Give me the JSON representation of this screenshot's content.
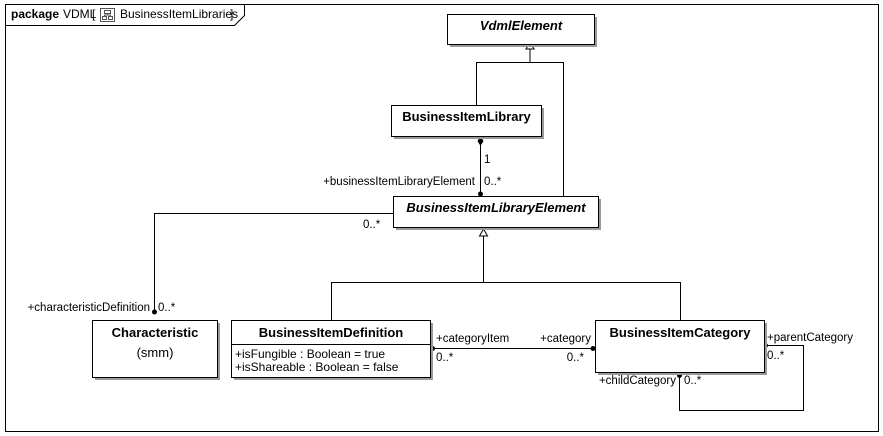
{
  "frame": {
    "keyword": "package",
    "name": "VDML",
    "open_bracket": "[",
    "diagram_name": "BusinessItemLibraries",
    "close_bracket": "]",
    "icon": "class-diagram-icon"
  },
  "classes": {
    "vdml_element": {
      "name": "VdmlElement"
    },
    "business_item_library": {
      "name": "BusinessItemLibrary"
    },
    "business_item_library_element": {
      "name": "BusinessItemLibraryElement"
    },
    "characteristic": {
      "name": "Characteristic",
      "subtitle": "(smm)"
    },
    "business_item_definition": {
      "name": "BusinessItemDefinition",
      "attributes": [
        "+isFungible : Boolean = true",
        "+isShareable : Boolean = false"
      ]
    },
    "business_item_category": {
      "name": "BusinessItemCategory"
    }
  },
  "associations": {
    "library_elements": {
      "whole_mult": "1",
      "role": "+businessItemLibraryElement",
      "role_mult": "0..*"
    },
    "characteristic_definition": {
      "source_mult": "0..*",
      "role": "+characteristicDefinition",
      "role_mult": "0..*"
    },
    "category_item": {
      "item_role": "+categoryItem",
      "item_mult": "0..*",
      "category_role": "+category",
      "category_mult": "0..*"
    },
    "category_hierarchy": {
      "parent_role": "+parentCategory",
      "parent_mult": "0..*",
      "child_role": "+childCategory",
      "child_mult": "0..*"
    }
  },
  "colors": {
    "line": "#000000",
    "box_fill": "#ffffff",
    "shadow": "#9a9a9a"
  }
}
